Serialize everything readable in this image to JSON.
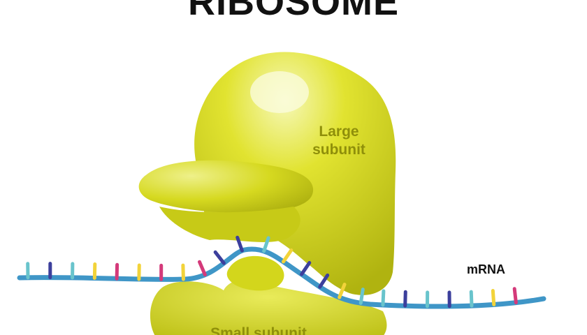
{
  "title": "RIBOSOME",
  "labels": {
    "large_subunit": "Large subunit",
    "small_subunit": "Small subunit",
    "mrna": "mRNA"
  },
  "colors": {
    "subunit_fill": "#d9dc1f",
    "subunit_highlight": "#f4f6a8",
    "subunit_shadow": "#a9ac0e",
    "subunit_label": "#8f8f0a",
    "mrna_strand": "#3f96c7",
    "base_colors": [
      "#69c4cc",
      "#3c3f9c",
      "#f2d33a",
      "#d43a7a"
    ]
  },
  "mrna_bases": [
    "cyan",
    "navy",
    "cyan",
    "yellow",
    "magenta",
    "yellow",
    "magenta",
    "yellow",
    "magenta",
    "navy",
    "navy",
    "cyan",
    "yellow",
    "navy",
    "navy",
    "yellow",
    "cyan",
    "cyan",
    "navy",
    "cyan",
    "navy",
    "cyan",
    "yellow",
    "magenta"
  ]
}
